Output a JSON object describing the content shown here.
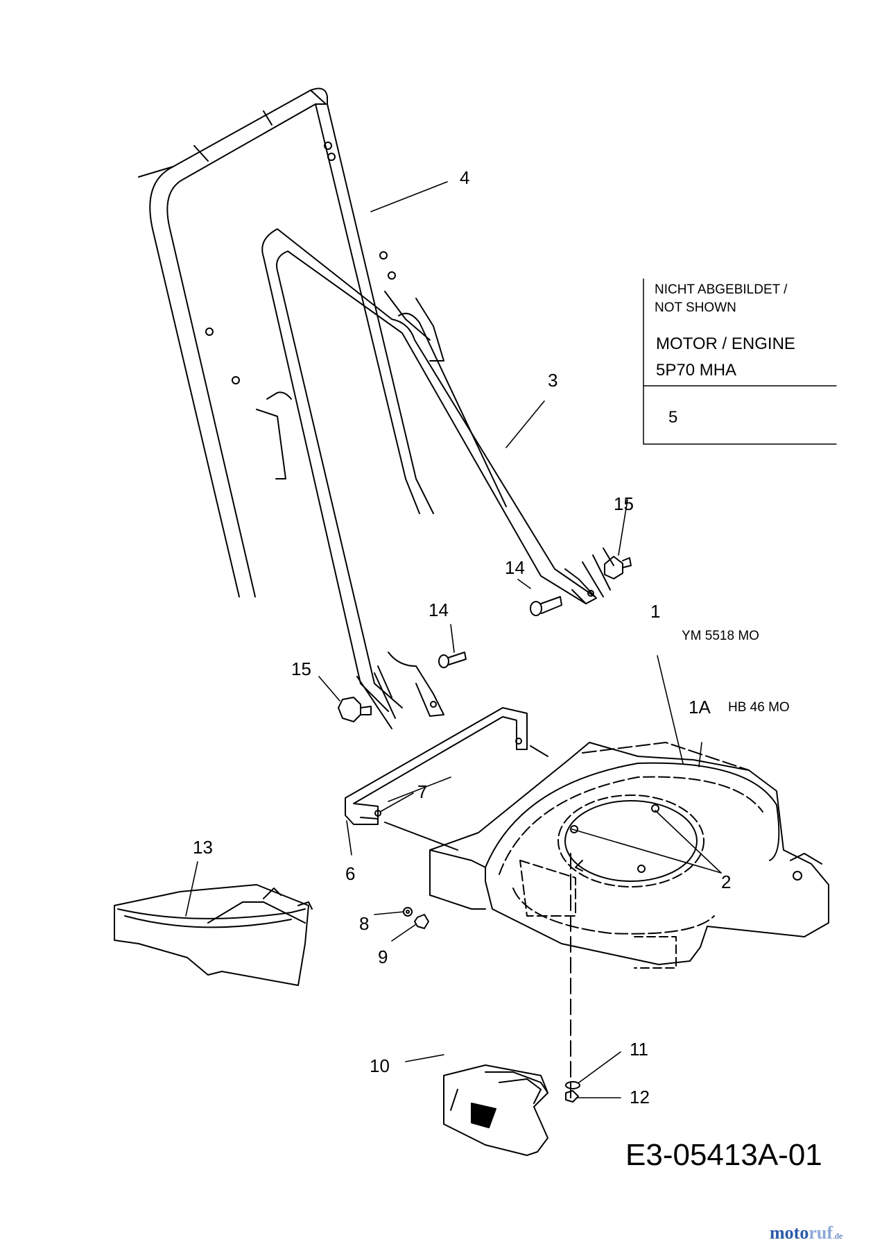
{
  "callouts": [
    {
      "id": "4",
      "text": "4"
    },
    {
      "id": "3",
      "text": "3"
    },
    {
      "id": "15a",
      "text": "15"
    },
    {
      "id": "14a",
      "text": "14"
    },
    {
      "id": "14b",
      "text": "14"
    },
    {
      "id": "15b",
      "text": "15"
    },
    {
      "id": "1",
      "text": "1"
    },
    {
      "id": "1A",
      "text": "1A"
    },
    {
      "id": "7",
      "text": "7"
    },
    {
      "id": "6",
      "text": "6"
    },
    {
      "id": "13",
      "text": "13"
    },
    {
      "id": "2",
      "text": "2"
    },
    {
      "id": "8",
      "text": "8"
    },
    {
      "id": "9",
      "text": "9"
    },
    {
      "id": "10",
      "text": "10"
    },
    {
      "id": "11",
      "text": "11"
    },
    {
      "id": "12",
      "text": "12"
    }
  ],
  "models": {
    "item1": "YM 5518 MO",
    "item1A": "HB 46 MO"
  },
  "not_shown": {
    "line1": "NICHT ABGEBILDET /",
    "line2": "NOT SHOWN",
    "motor_label": "MOTOR / ENGINE",
    "motor_model": "5P70 MHA",
    "item": "5"
  },
  "drawing_code": "E3-05413A-01",
  "logo": {
    "main": "moto",
    "accent": "ruf",
    "suffix": ".de"
  }
}
